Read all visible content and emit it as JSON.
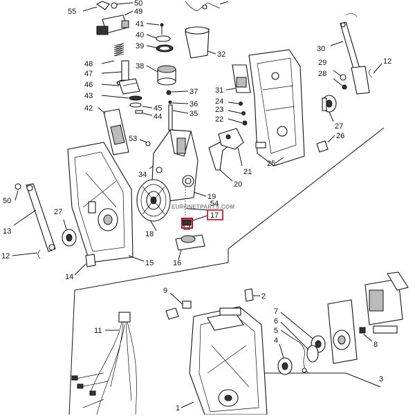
{
  "watermark": "EURONETPARTS.COM",
  "highlight_color": "#d0021b",
  "highlighted_label": "17",
  "callouts": {
    "c55": "55",
    "c50a": "50",
    "c49": "49",
    "c41": "41",
    "c40": "40",
    "c39": "39",
    "c32": "32",
    "c48": "48",
    "c47": "47",
    "c38": "38",
    "c46": "46",
    "c43": "43",
    "c45": "45",
    "c44": "44",
    "c42": "42",
    "c37": "37",
    "c36": "36",
    "c35": "35",
    "c31": "31",
    "c24": "24",
    "c23": "23",
    "c22": "22",
    "c30": "30",
    "c12a": "12",
    "c29": "29",
    "c28": "28",
    "c27a": "27",
    "c26": "26",
    "c53": "53",
    "c34": "34",
    "c21": "21",
    "c25": "25",
    "c20": "20",
    "c19": "19",
    "c54": "54",
    "c17": "17",
    "c18": "18",
    "c16": "16",
    "c50b": "50",
    "c13": "13",
    "c27b": "27",
    "c12b": "12",
    "c15": "15",
    "c14": "14",
    "c9": "9",
    "c2": "2",
    "c7": "7",
    "c6": "6",
    "c5": "5",
    "c4": "4",
    "c11": "11",
    "c8": "8",
    "c3": "3",
    "c1": "1"
  }
}
